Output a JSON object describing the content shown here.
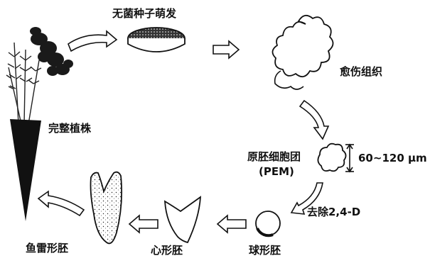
{
  "labels": {
    "seed_germination": "无菌种子萌发",
    "callus": "愈伤组织",
    "pem": "原胚细胞团",
    "pem_abbr": "(PEM)",
    "size": "60~120 μm",
    "remove_24d": "去除2,4-D",
    "globular": "球形胚",
    "heart": "心形胚",
    "torpedo": "鱼雷形胚",
    "whole_plant": "完整植株"
  }
}
